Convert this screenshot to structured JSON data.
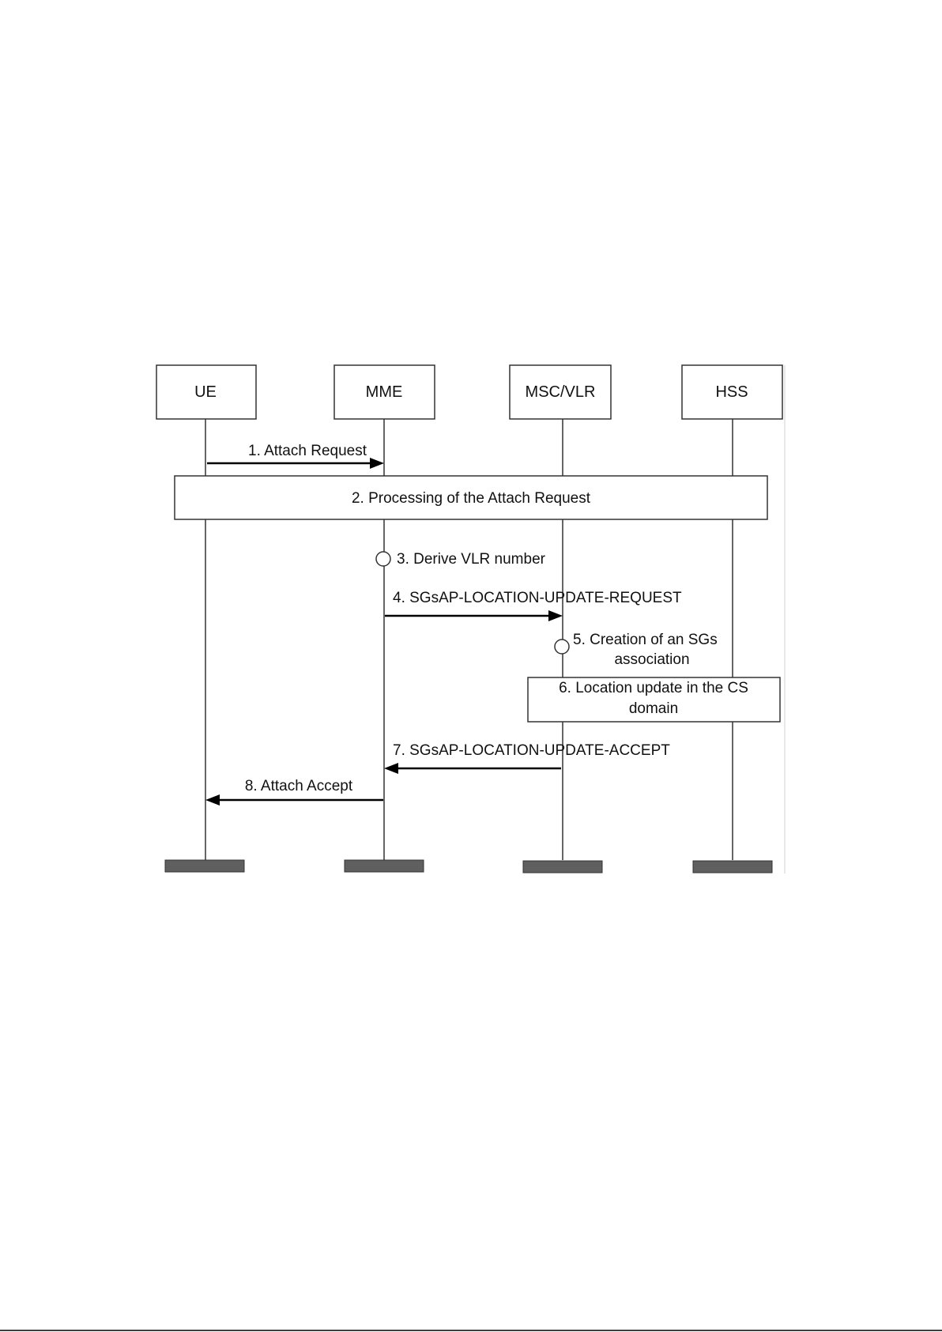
{
  "participants": [
    {
      "id": "ue",
      "label": "UE"
    },
    {
      "id": "mme",
      "label": "MME"
    },
    {
      "id": "msc",
      "label": "MSC/VLR"
    },
    {
      "id": "hss",
      "label": "HSS"
    }
  ],
  "steps": {
    "s1": "1. Attach Request",
    "s2": "2. Processing of the Attach Request",
    "s3": "3. Derive VLR number",
    "s4": "4. SGsAP-LOCATION-UPDATE-REQUEST",
    "s5_line1": "5. Creation of an SGs",
    "s5_line2": "association",
    "s6_line1": "6. Location update in the CS",
    "s6_line2": "domain",
    "s7": "7. SGsAP-LOCATION-UPDATE-ACCEPT",
    "s8": "8. Attach Accept"
  }
}
